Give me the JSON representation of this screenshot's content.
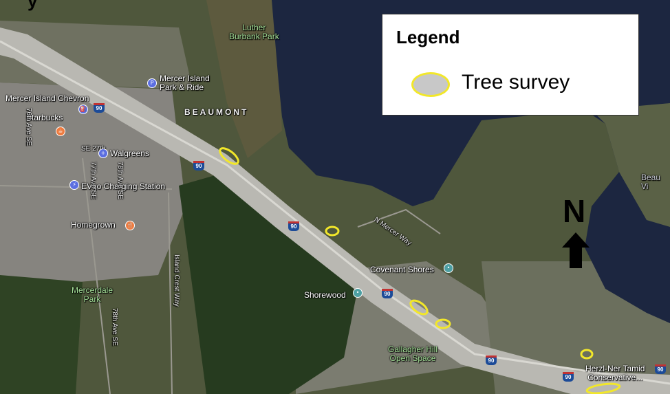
{
  "cut_title": "y",
  "legend": {
    "title": "Legend",
    "entries": [
      {
        "label": "Tree survey",
        "symbol": "ellipse",
        "fill": "#c8c8c8",
        "outline": "#f2e72a"
      }
    ]
  },
  "north_arrow": {
    "letter": "N"
  },
  "places": {
    "luther_burbank_park": "Luther\nBurbank Park",
    "mercer_island_park_ride": "Mercer Island\nPark & Ride",
    "beaumont": "BEAUMONT",
    "mercer_island_chevron": "Mercer Island Chevron",
    "starbucks": "Starbucks",
    "walgreens": "Walgreens",
    "se_27th": "SE 27th",
    "evgo": "EVgo Charging Station",
    "homegrown": "Homegrown",
    "mercerdale_park": "Mercerdale\nPark",
    "covenant_shores": "Covenant Shores",
    "shorewood": "Shorewood",
    "gallagher_hill": "Gallagher Hill\nOpen Space",
    "herzl_ner_tamid": "Herzl-Ner Tamid\nConservative...",
    "beau_vi": "Beau\nVi"
  },
  "roads": {
    "n_mercer_way": "N Mercer Way",
    "island_crest_way": "Island Crest Way",
    "seventy_seventh_ave": "77th Ave SE",
    "seventy_eighth_ave": "78th Ave SE",
    "seventy_eighth_ave_south": "78th Ave SE",
    "seventy_sixth_ave": "76th Ave SE"
  },
  "interstate": {
    "number": "90",
    "color": "#1c4b98",
    "accent": "#c23232"
  },
  "tree_survey_count": 6,
  "colors": {
    "water": "#1c2640",
    "land": "#4f573c",
    "forest": "#263b1f",
    "urban": "#8c8a85",
    "highway": "#b9b8b2",
    "survey_outline": "#f2e72a"
  }
}
